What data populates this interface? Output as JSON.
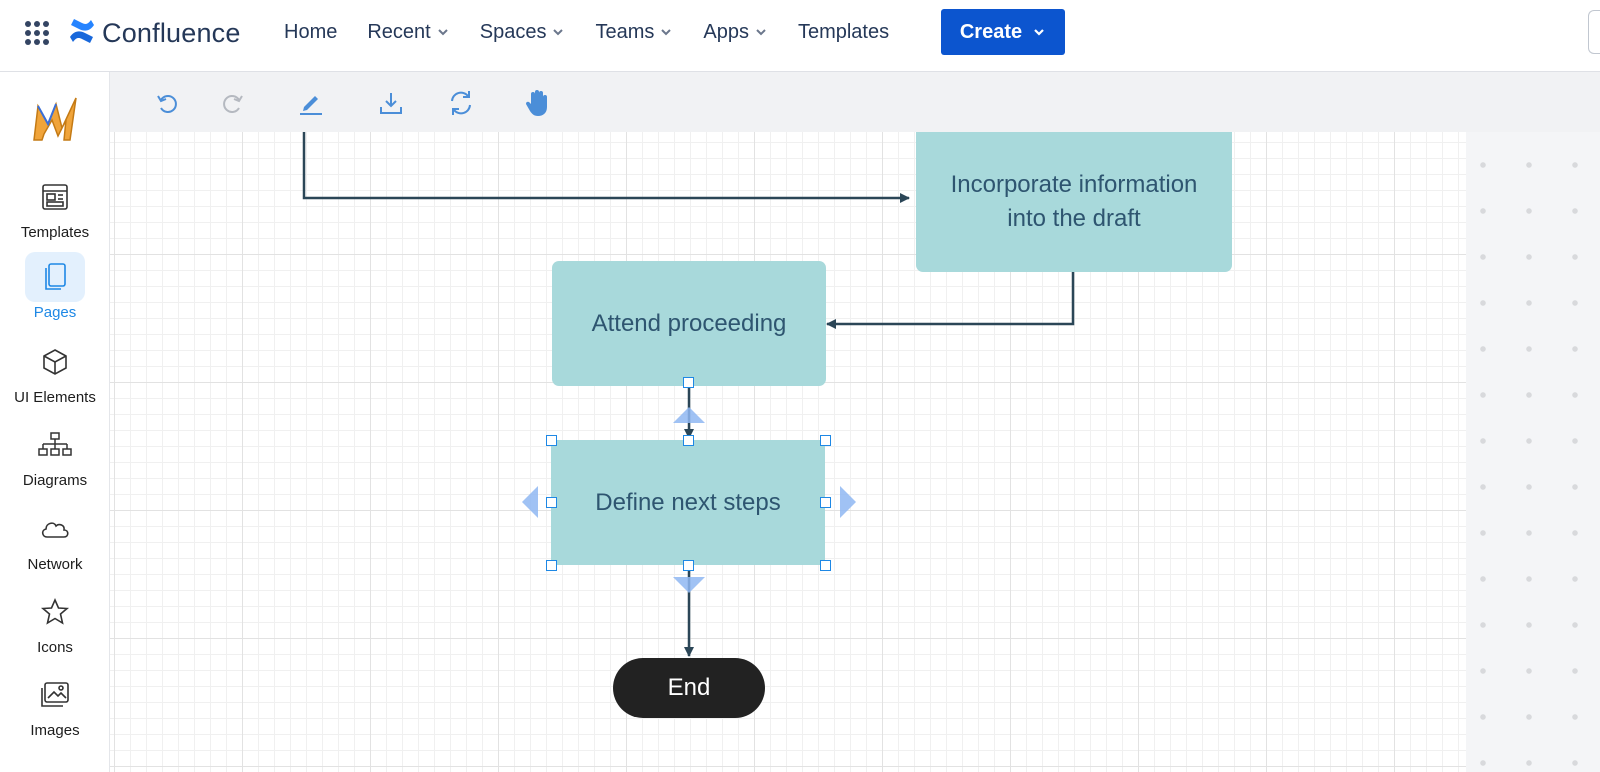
{
  "topbar": {
    "brand": "Confluence",
    "nav": [
      {
        "label": "Home",
        "dropdown": false
      },
      {
        "label": "Recent",
        "dropdown": true
      },
      {
        "label": "Spaces",
        "dropdown": true
      },
      {
        "label": "Teams",
        "dropdown": true
      },
      {
        "label": "Apps",
        "dropdown": true
      },
      {
        "label": "Templates",
        "dropdown": false
      }
    ],
    "create_label": "Create",
    "create_color": "#0c55cf"
  },
  "sidebar": {
    "items": [
      {
        "label": "Templates",
        "icon": "templates-icon",
        "active": false
      },
      {
        "label": "Pages",
        "icon": "pages-icon",
        "active": true
      },
      {
        "label": "UI Elements",
        "icon": "cube-icon",
        "active": false
      },
      {
        "label": "Diagrams",
        "icon": "hierarchy-icon",
        "active": false
      },
      {
        "label": "Network",
        "icon": "cloud-icon",
        "active": false
      },
      {
        "label": "Icons",
        "icon": "star-icon",
        "active": false
      },
      {
        "label": "Images",
        "icon": "image-icon",
        "active": false
      }
    ]
  },
  "toolbar": {
    "buttons": [
      "undo-icon",
      "redo-icon",
      "pencil-icon",
      "download-icon",
      "refresh-icon",
      "hand-icon"
    ]
  },
  "diagram": {
    "nodes": [
      {
        "id": "incorporate",
        "text": "Incorporate information into the draft"
      },
      {
        "id": "attend",
        "text": "Attend proceeding"
      },
      {
        "id": "define",
        "text": "Define next steps",
        "selected": true
      },
      {
        "id": "end",
        "text": "End"
      }
    ],
    "colors": {
      "process_fill": "#a8d9db",
      "terminator_fill": "#222222",
      "selection": "#1e88e5",
      "connector": "#2b4657"
    }
  }
}
